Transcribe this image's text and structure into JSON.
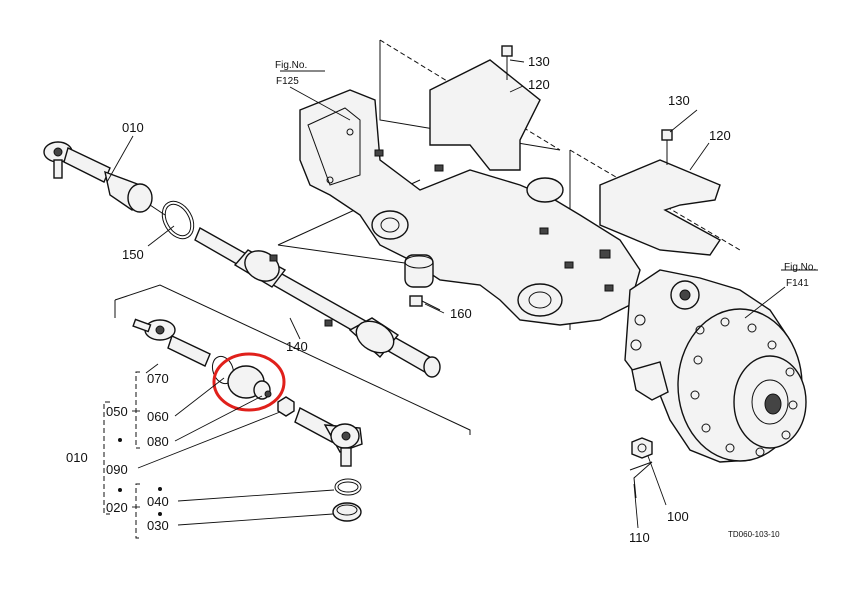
{
  "diagram": {
    "references": {
      "f125": {
        "prefix": "Fig.No.",
        "number": "F125"
      },
      "f141": {
        "prefix": "Fig.No.",
        "number": "F141"
      }
    },
    "labels": {
      "p010_top": "010",
      "p150": "150",
      "p140": "140",
      "p160": "160",
      "p130_a": "130",
      "p120_a": "120",
      "p130_b": "130",
      "p120_b": "120",
      "p100": "100",
      "p110": "110",
      "p070": "070",
      "p050": "050",
      "p060": "060",
      "p080": "080",
      "p010_group": "010",
      "p090": "090",
      "p040": "040",
      "p020": "020",
      "p030": "030"
    },
    "drawing_code": "TD060-103-10",
    "highlight_color": "#e0201b"
  }
}
